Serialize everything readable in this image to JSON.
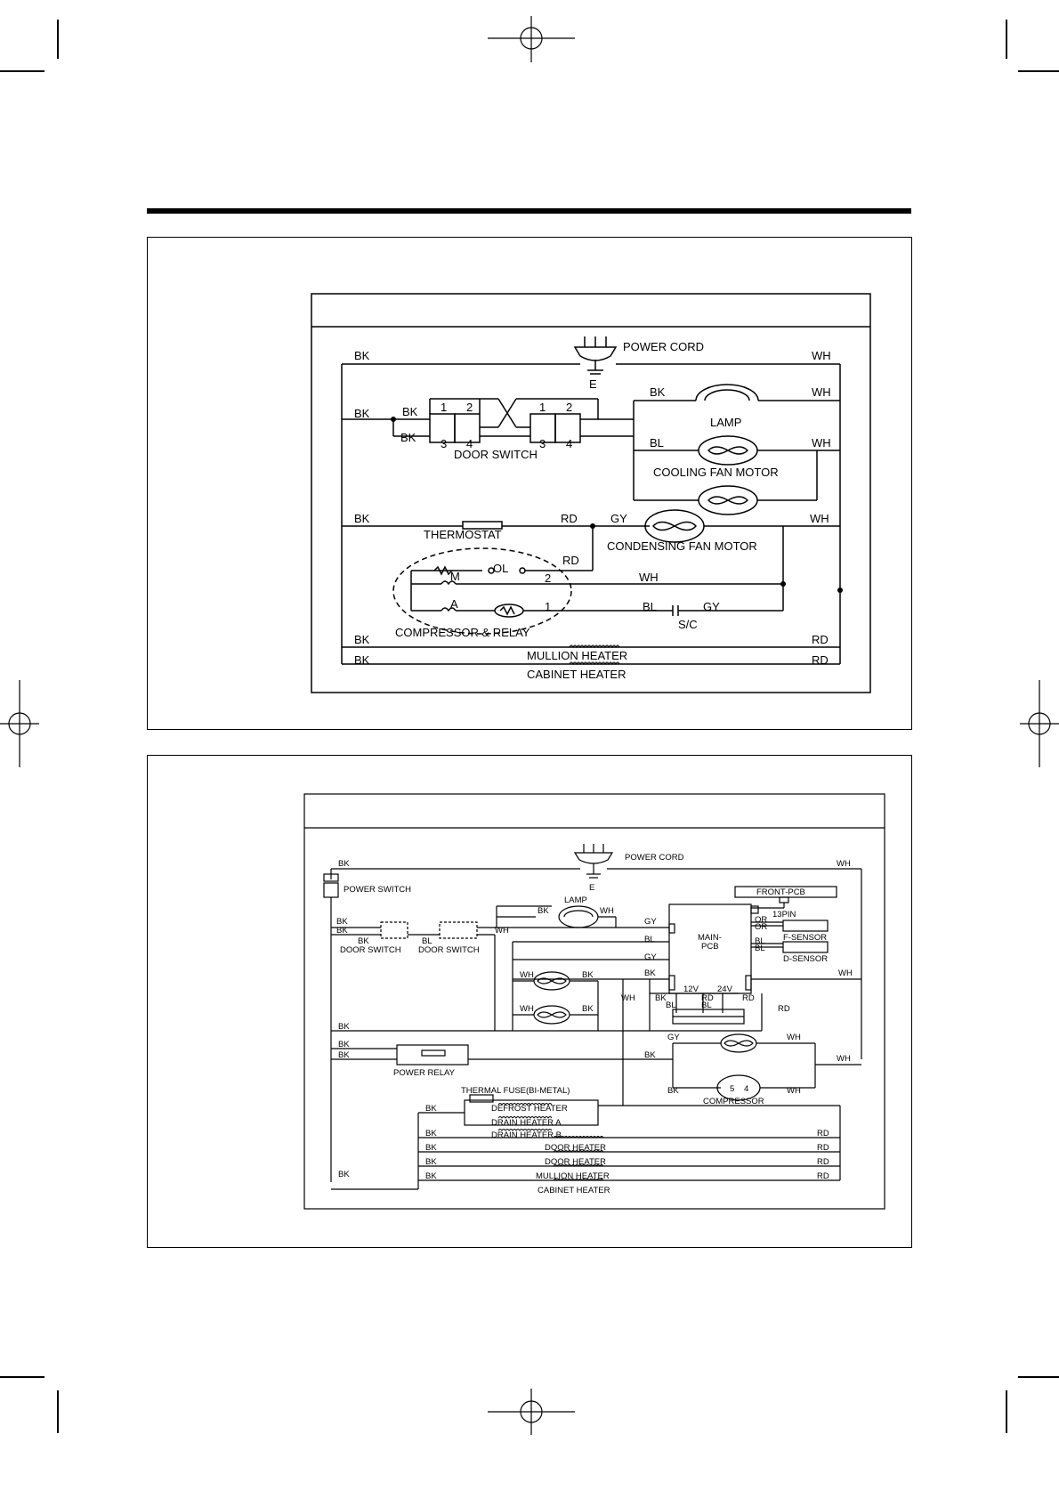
{
  "diagram_a": {
    "power_cord": "POWER CORD",
    "earth": "E",
    "bk": "BK",
    "wh": "WH",
    "rd": "RD",
    "gy": "GY",
    "bl": "BL",
    "terminal_1": "1",
    "terminal_2": "2",
    "terminal_3": "3",
    "terminal_4": "4",
    "door_switch": "DOOR SWITCH",
    "lamp": "LAMP",
    "cooling_fan_motor": "COOLING FAN MOTOR",
    "thermostat": "THERMOSTAT",
    "condensing_fan_motor": "CONDENSING FAN MOTOR",
    "ol": "OL",
    "m": "M",
    "a": "A",
    "sc": "S/C",
    "compressor_relay": "COMPRESSOR & RELAY",
    "mullion_heater": "MULLION HEATER",
    "cabinet_heater": "CABINET HEATER"
  },
  "diagram_b": {
    "power_cord": "POWER CORD",
    "earth": "E",
    "power_switch": "POWER SWITCH",
    "lamp": "LAMP",
    "door_switch": "DOOR SWITCH",
    "front_pcb": "FRONT-PCB",
    "pin13": "13PIN",
    "main_pcb_line1": "MAIN-",
    "main_pcb_line2": "PCB",
    "or": "OR",
    "f_sensor": "F-SENSOR",
    "d_sensor": "D-SENSOR",
    "v12": "12V",
    "v24": "24V",
    "power_relay": "POWER RELAY",
    "compressor": "COMPRESSOR",
    "comp_5": "5",
    "comp_4": "4",
    "thermal_fuse": "THERMAL FUSE(BI-METAL)",
    "defrost_heater": "DEFROST HEATER",
    "drain_heater_a": "DRAIN HEATER A",
    "drain_heater_b": "DRAIN HEATER B",
    "door_heater": "DOOR HEATER",
    "mullion_heater": "MULLION HEATER",
    "cabinet_heater": "CABINET HEATER",
    "bk": "BK",
    "wh": "WH",
    "gy": "GY",
    "bl": "BL",
    "rd": "RD"
  }
}
